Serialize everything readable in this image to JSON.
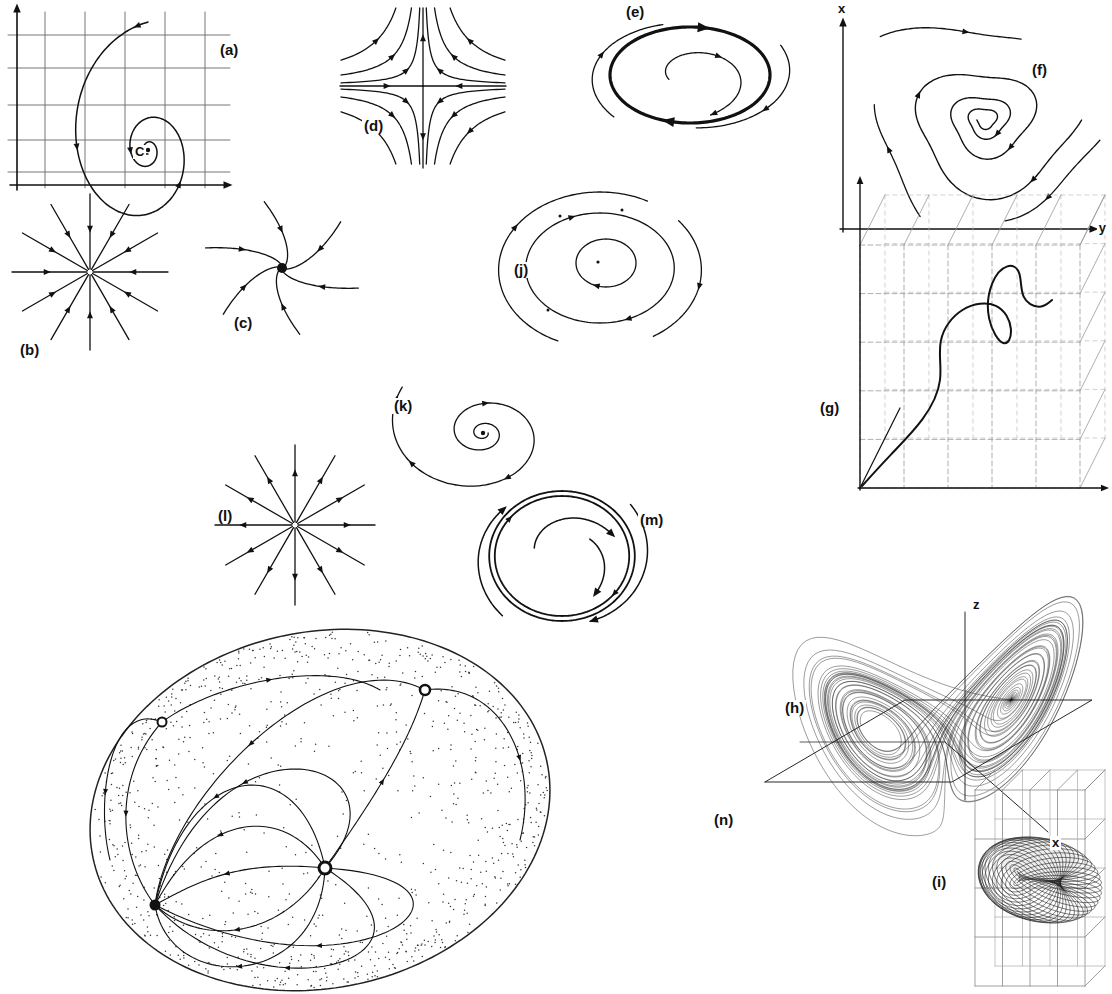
{
  "diagram": {
    "labels": [
      "(a)",
      "(b)",
      "(c)",
      "(d)",
      "(e)",
      "(f)",
      "(g)",
      "(h)",
      "(i)",
      "(j)",
      "(k)",
      "(l)",
      "(m)",
      "(n)",
      "C",
      "x",
      "y",
      "z",
      "x"
    ]
  }
}
